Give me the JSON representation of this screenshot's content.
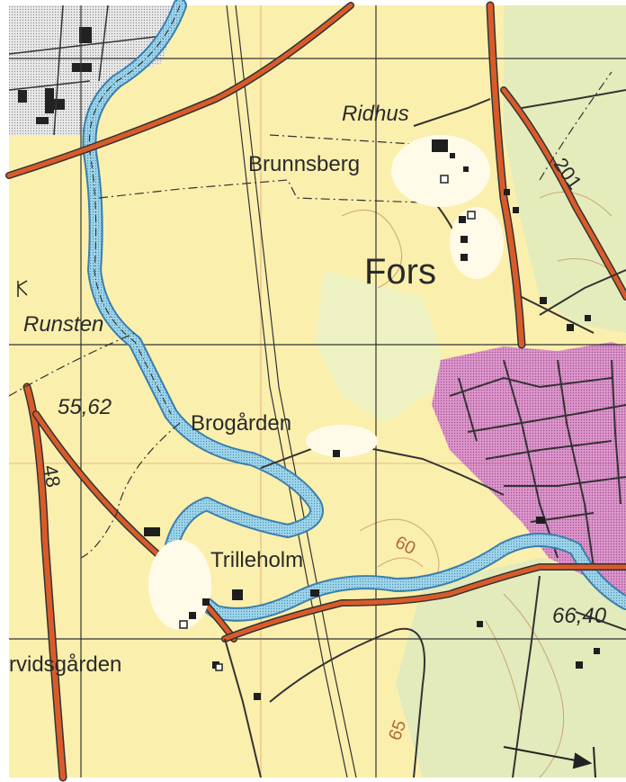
{
  "places": {
    "ridhus": "Ridhus",
    "brunnsberg": "Brunnsberg",
    "fors": "Fors",
    "runsten": "Runsten",
    "brogarden": "Brogården",
    "trilleholm": "Trilleholm",
    "arvidsgarden": "rvidsgården"
  },
  "elevations": {
    "point_west": "55,62",
    "point_east": "66,40",
    "contour_60": "60",
    "contour_65": "65"
  },
  "roads": {
    "route_48": "48",
    "route_201": "201"
  },
  "colors": {
    "paper": "#fbeea6",
    "forest": "#e6eebe",
    "urban": "#d98ec6",
    "water": "#9ad0e6",
    "major_road": "#d85a2a",
    "grid": "#333333",
    "contour": "#c8a070"
  },
  "symbols": {
    "rune_stone": "rune-stone-icon",
    "arrow": "arrow-icon"
  }
}
